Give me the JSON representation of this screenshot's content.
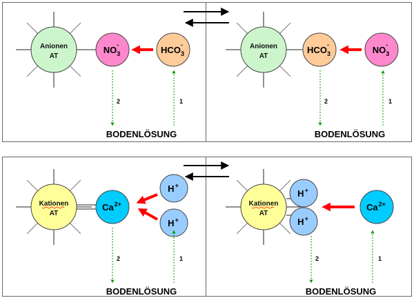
{
  "colors": {
    "anion_exchanger": "#ccf5cc",
    "cation_exchanger": "#ffff99",
    "nitrate": "#ff88cc",
    "bicarbonate": "#ffcc99",
    "calcium": "#00ccff",
    "proton": "#99ccff",
    "red_arrow": "#ff0000",
    "dashed_arrow": "#009900",
    "frame": "#666666"
  },
  "equilibrium": {
    "forward": "→",
    "backward": "←"
  },
  "panels": [
    {
      "id": "anion-before",
      "exchanger": {
        "line1": "Anionen",
        "line2": "AT",
        "type": "anion"
      },
      "bound_ion": {
        "base": "NO",
        "sub": "3",
        "sup": "-",
        "type": "nitrate"
      },
      "free_ions": [
        {
          "base": "HCO",
          "sub": "3",
          "sup": "-",
          "type": "bicarbonate"
        }
      ],
      "steps": [
        {
          "label": "2",
          "direction": "down"
        },
        {
          "label": "1",
          "direction": "up"
        }
      ],
      "solution_label": "BODENLÖSUNG"
    },
    {
      "id": "anion-after",
      "exchanger": {
        "line1": "Anionen",
        "line2": "AT",
        "type": "anion"
      },
      "bound_ion": {
        "base": "HCO",
        "sub": "3",
        "sup": "-",
        "type": "bicarbonate"
      },
      "free_ions": [
        {
          "base": "NO",
          "sub": "3",
          "sup": "-",
          "type": "nitrate"
        }
      ],
      "steps": [
        {
          "label": "2",
          "direction": "down"
        },
        {
          "label": "1",
          "direction": "up"
        }
      ],
      "solution_label": "BODENLÖSUNG"
    },
    {
      "id": "cation-before",
      "exchanger": {
        "line1": "Kationen",
        "line2": "AT",
        "type": "cation"
      },
      "bound_ion": {
        "base": "Ca",
        "sub": "",
        "sup": "2+",
        "type": "calcium"
      },
      "free_ions": [
        {
          "base": "H",
          "sub": "",
          "sup": "+",
          "type": "proton"
        },
        {
          "base": "H",
          "sub": "",
          "sup": "+",
          "type": "proton"
        }
      ],
      "steps": [
        {
          "label": "2",
          "direction": "down"
        },
        {
          "label": "1",
          "direction": "up"
        }
      ],
      "solution_label": "BODENLÖSUNG"
    },
    {
      "id": "cation-after",
      "exchanger": {
        "line1": "Kationen",
        "line2": "AT",
        "type": "cation"
      },
      "bound_ions": [
        {
          "base": "H",
          "sub": "",
          "sup": "+",
          "type": "proton"
        },
        {
          "base": "H",
          "sub": "",
          "sup": "+",
          "type": "proton"
        }
      ],
      "free_ions": [
        {
          "base": "Ca",
          "sub": "",
          "sup": "2+",
          "type": "calcium"
        }
      ],
      "steps": [
        {
          "label": "2",
          "direction": "down"
        },
        {
          "label": "1",
          "direction": "up"
        }
      ],
      "solution_label": "BODENLÖSUNG"
    }
  ]
}
